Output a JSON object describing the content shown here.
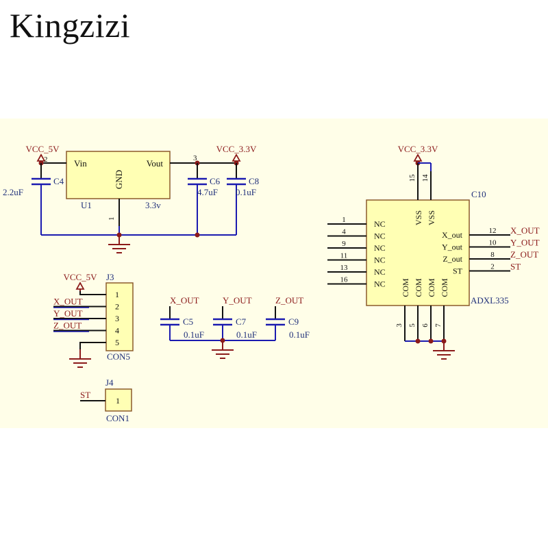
{
  "brand": "Kingzizi",
  "colors": {
    "sheet": "#fffee8",
    "part_fill": "#ffffb4",
    "part_border": "#8b5a2b",
    "wire": "#1a1ab0",
    "pin_line": "#111111",
    "junction": "#8b1a1a",
    "power": "#8b1a1a",
    "designator": "#1f2f7a",
    "net_label": "#8b1a1a",
    "pin_text": "#111111",
    "gnd_symbol": "#8b1a1a"
  },
  "regulator": {
    "designator": "U1",
    "value": "3.3v",
    "pins": {
      "vin": "Vin",
      "vout": "Vout",
      "gnd": "GND"
    },
    "pin_numbers": {
      "vin": "2",
      "vout": "3",
      "gnd": "1"
    },
    "input_power": "VCC_5V",
    "output_power": "VCC_3.3V",
    "caps": [
      {
        "designator": "C4",
        "value": "2.2uF"
      },
      {
        "designator": "C6",
        "value": "4.7uF"
      },
      {
        "designator": "C8",
        "value": "0.1uF"
      }
    ]
  },
  "accelerometer": {
    "designator": "C10",
    "part": "ADXL335",
    "power": "VCC_3.3V",
    "vss_pins": [
      {
        "num": "15",
        "name": "VSS"
      },
      {
        "num": "14",
        "name": "VSS"
      }
    ],
    "nc_pins": [
      {
        "num": "1",
        "name": "NC"
      },
      {
        "num": "4",
        "name": "NC"
      },
      {
        "num": "9",
        "name": "NC"
      },
      {
        "num": "11",
        "name": "NC"
      },
      {
        "num": "13",
        "name": "NC"
      },
      {
        "num": "16",
        "name": "NC"
      }
    ],
    "out_pins": [
      {
        "num": "12",
        "name": "X_out",
        "net": "X_OUT"
      },
      {
        "num": "10",
        "name": "Y_out",
        "net": "Y_OUT"
      },
      {
        "num": "8",
        "name": "Z_out",
        "net": "Z_OUT"
      },
      {
        "num": "2",
        "name": "ST",
        "net": "ST"
      }
    ],
    "com_pins": [
      {
        "num": "3",
        "name": "COM"
      },
      {
        "num": "5",
        "name": "COM"
      },
      {
        "num": "6",
        "name": "COM"
      },
      {
        "num": "7",
        "name": "COM"
      }
    ]
  },
  "j3": {
    "designator": "J3",
    "value": "CON5",
    "power": "VCC_5V",
    "pins": [
      "1",
      "2",
      "3",
      "4",
      "5"
    ],
    "nets": [
      "X_OUT",
      "Y_OUT",
      "Z_OUT"
    ]
  },
  "filter_caps": [
    {
      "net": "X_OUT",
      "designator": "C5",
      "value": "0.1uF"
    },
    {
      "net": "Y_OUT",
      "designator": "C7",
      "value": "0.1uF"
    },
    {
      "net": "Z_OUT",
      "designator": "C9",
      "value": "0.1uF"
    }
  ],
  "j4": {
    "designator": "J4",
    "value": "CON1",
    "pin": "1",
    "net": "ST"
  }
}
